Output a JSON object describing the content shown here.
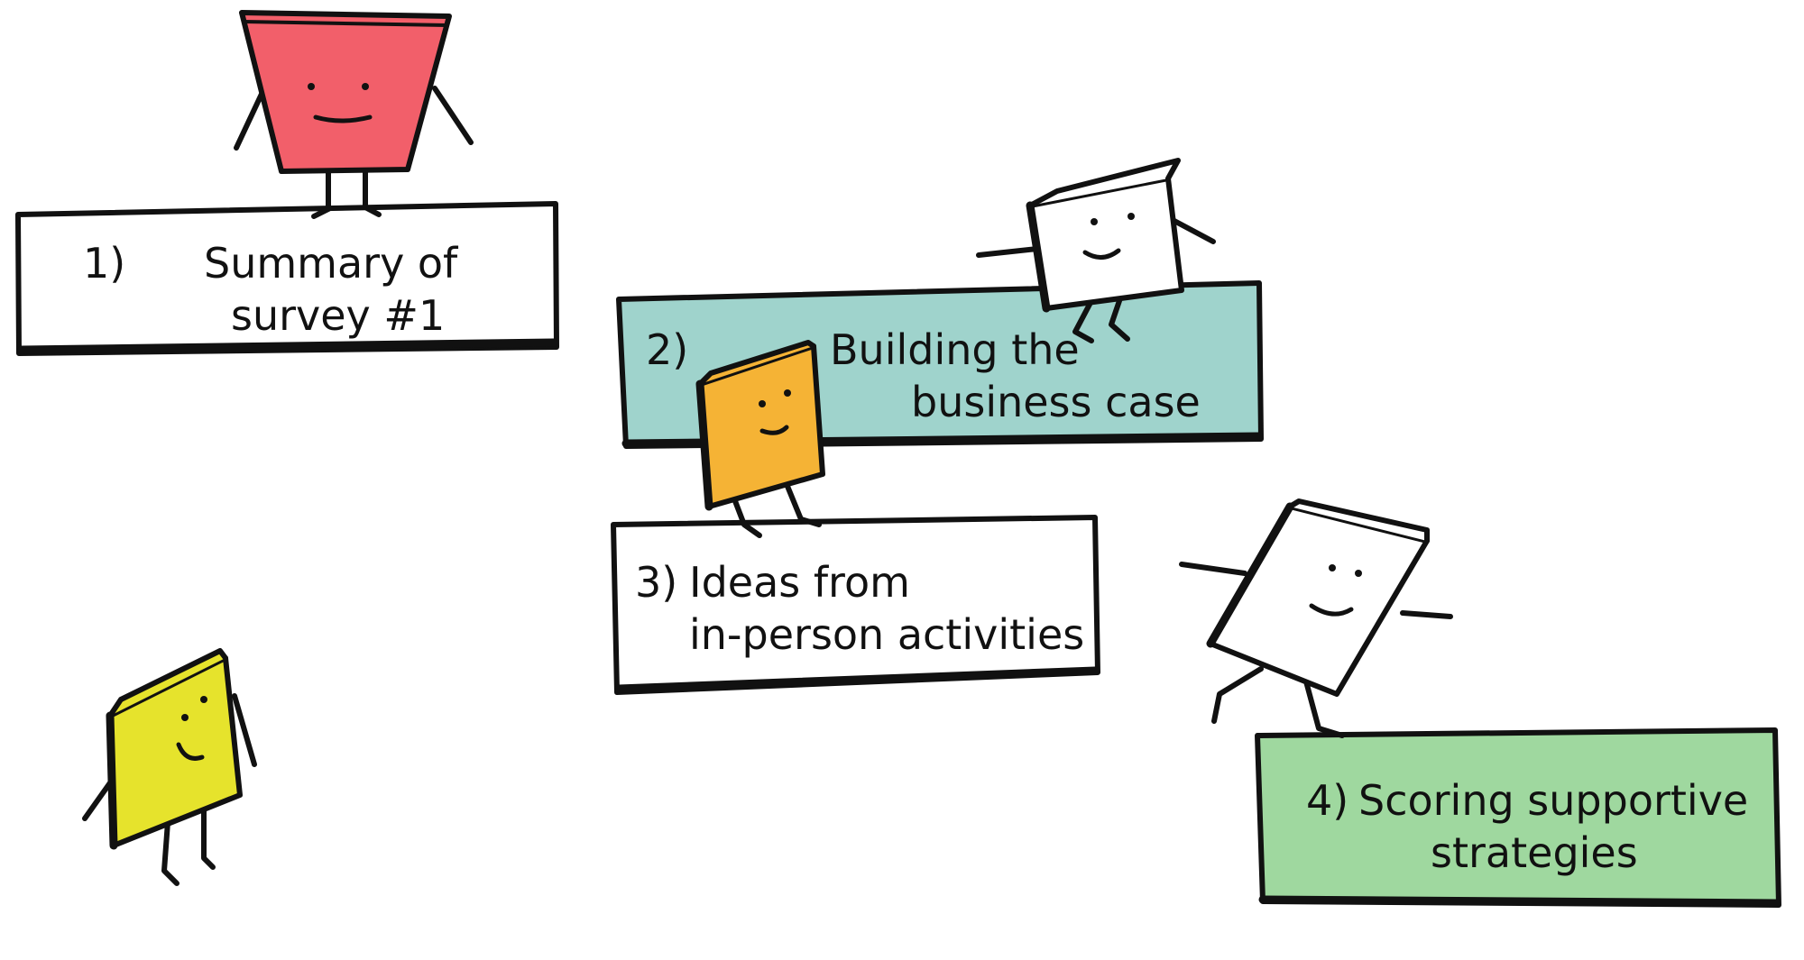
{
  "steps": [
    {
      "number": "1)",
      "line1": "Summary of",
      "line2": "survey #1",
      "fill": "#ffffff"
    },
    {
      "number": "2)",
      "line1": "Building the",
      "line2": "business case",
      "fill": "#9fd3cc"
    },
    {
      "number": "3)",
      "line1": "Ideas from",
      "line2": "in-person activities",
      "fill": "#ffffff"
    },
    {
      "number": "4)",
      "line1": "Scoring supportive",
      "line2": "strategies",
      "fill": "#9fd89f"
    }
  ],
  "characters": [
    {
      "name": "red-trapezoid-character",
      "color": "#f25f6a"
    },
    {
      "name": "white-book-character-sitting",
      "color": "#ffffff"
    },
    {
      "name": "orange-book-character",
      "color": "#f5b335"
    },
    {
      "name": "white-book-character-jumping",
      "color": "#ffffff"
    },
    {
      "name": "yellow-book-character",
      "color": "#e6e32c"
    }
  ]
}
